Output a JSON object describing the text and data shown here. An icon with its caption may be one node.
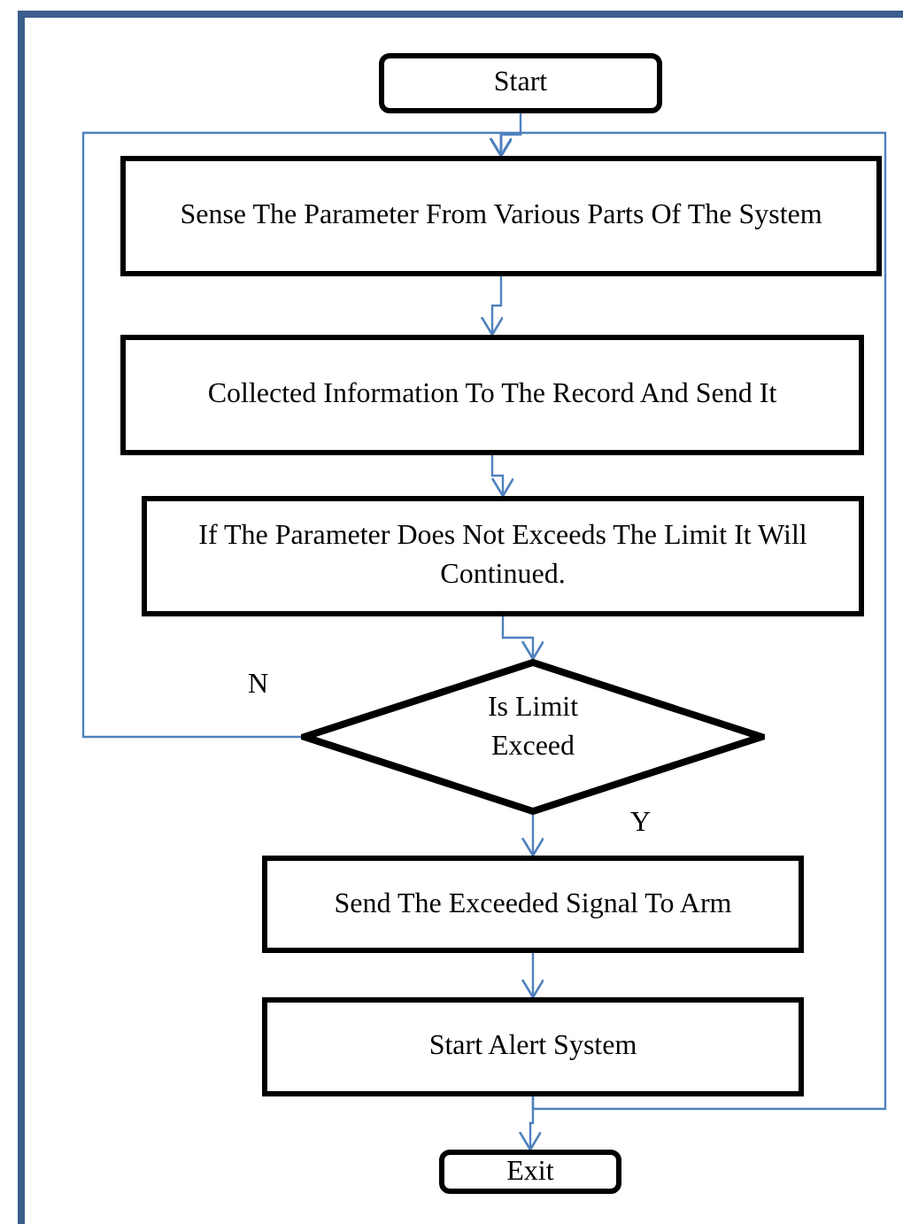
{
  "diagram": {
    "nodes": [
      {
        "text": [
          "Start"
        ]
      },
      {
        "text": [
          "Sense The Parameter From Various Parts Of The System"
        ]
      },
      {
        "text": [
          "Collected Information To The Record And Send It"
        ]
      },
      {
        "text": [
          "If The Parameter Does Not Exceeds The Limit It Will Continued."
        ]
      },
      {
        "text": [
          "Is Limit Exceed"
        ]
      },
      {
        "text": [
          "Send The Exceeded Signal To Arm"
        ]
      },
      {
        "text": [
          "Start Alert System"
        ]
      },
      {
        "text": [
          "Exit"
        ]
      }
    ],
    "edges": [
      {
        "from": 0,
        "to": 1,
        "arrow": "to"
      },
      {
        "from": 1,
        "to": 2,
        "arrow": "to"
      },
      {
        "from": 2,
        "to": 3,
        "arrow": "to"
      },
      {
        "from": 3,
        "to": 4,
        "arrow": "to"
      },
      {
        "from": 4,
        "to": 1,
        "arrow": "to",
        "label": "N"
      },
      {
        "from": 4,
        "to": 5,
        "arrow": "to",
        "label": "Y"
      },
      {
        "from": 5,
        "to": 6,
        "arrow": "to"
      },
      {
        "from": 6,
        "to": 7,
        "arrow": "to"
      },
      {
        "from": 6,
        "to": 1,
        "arrow": "to"
      }
    ]
  }
}
